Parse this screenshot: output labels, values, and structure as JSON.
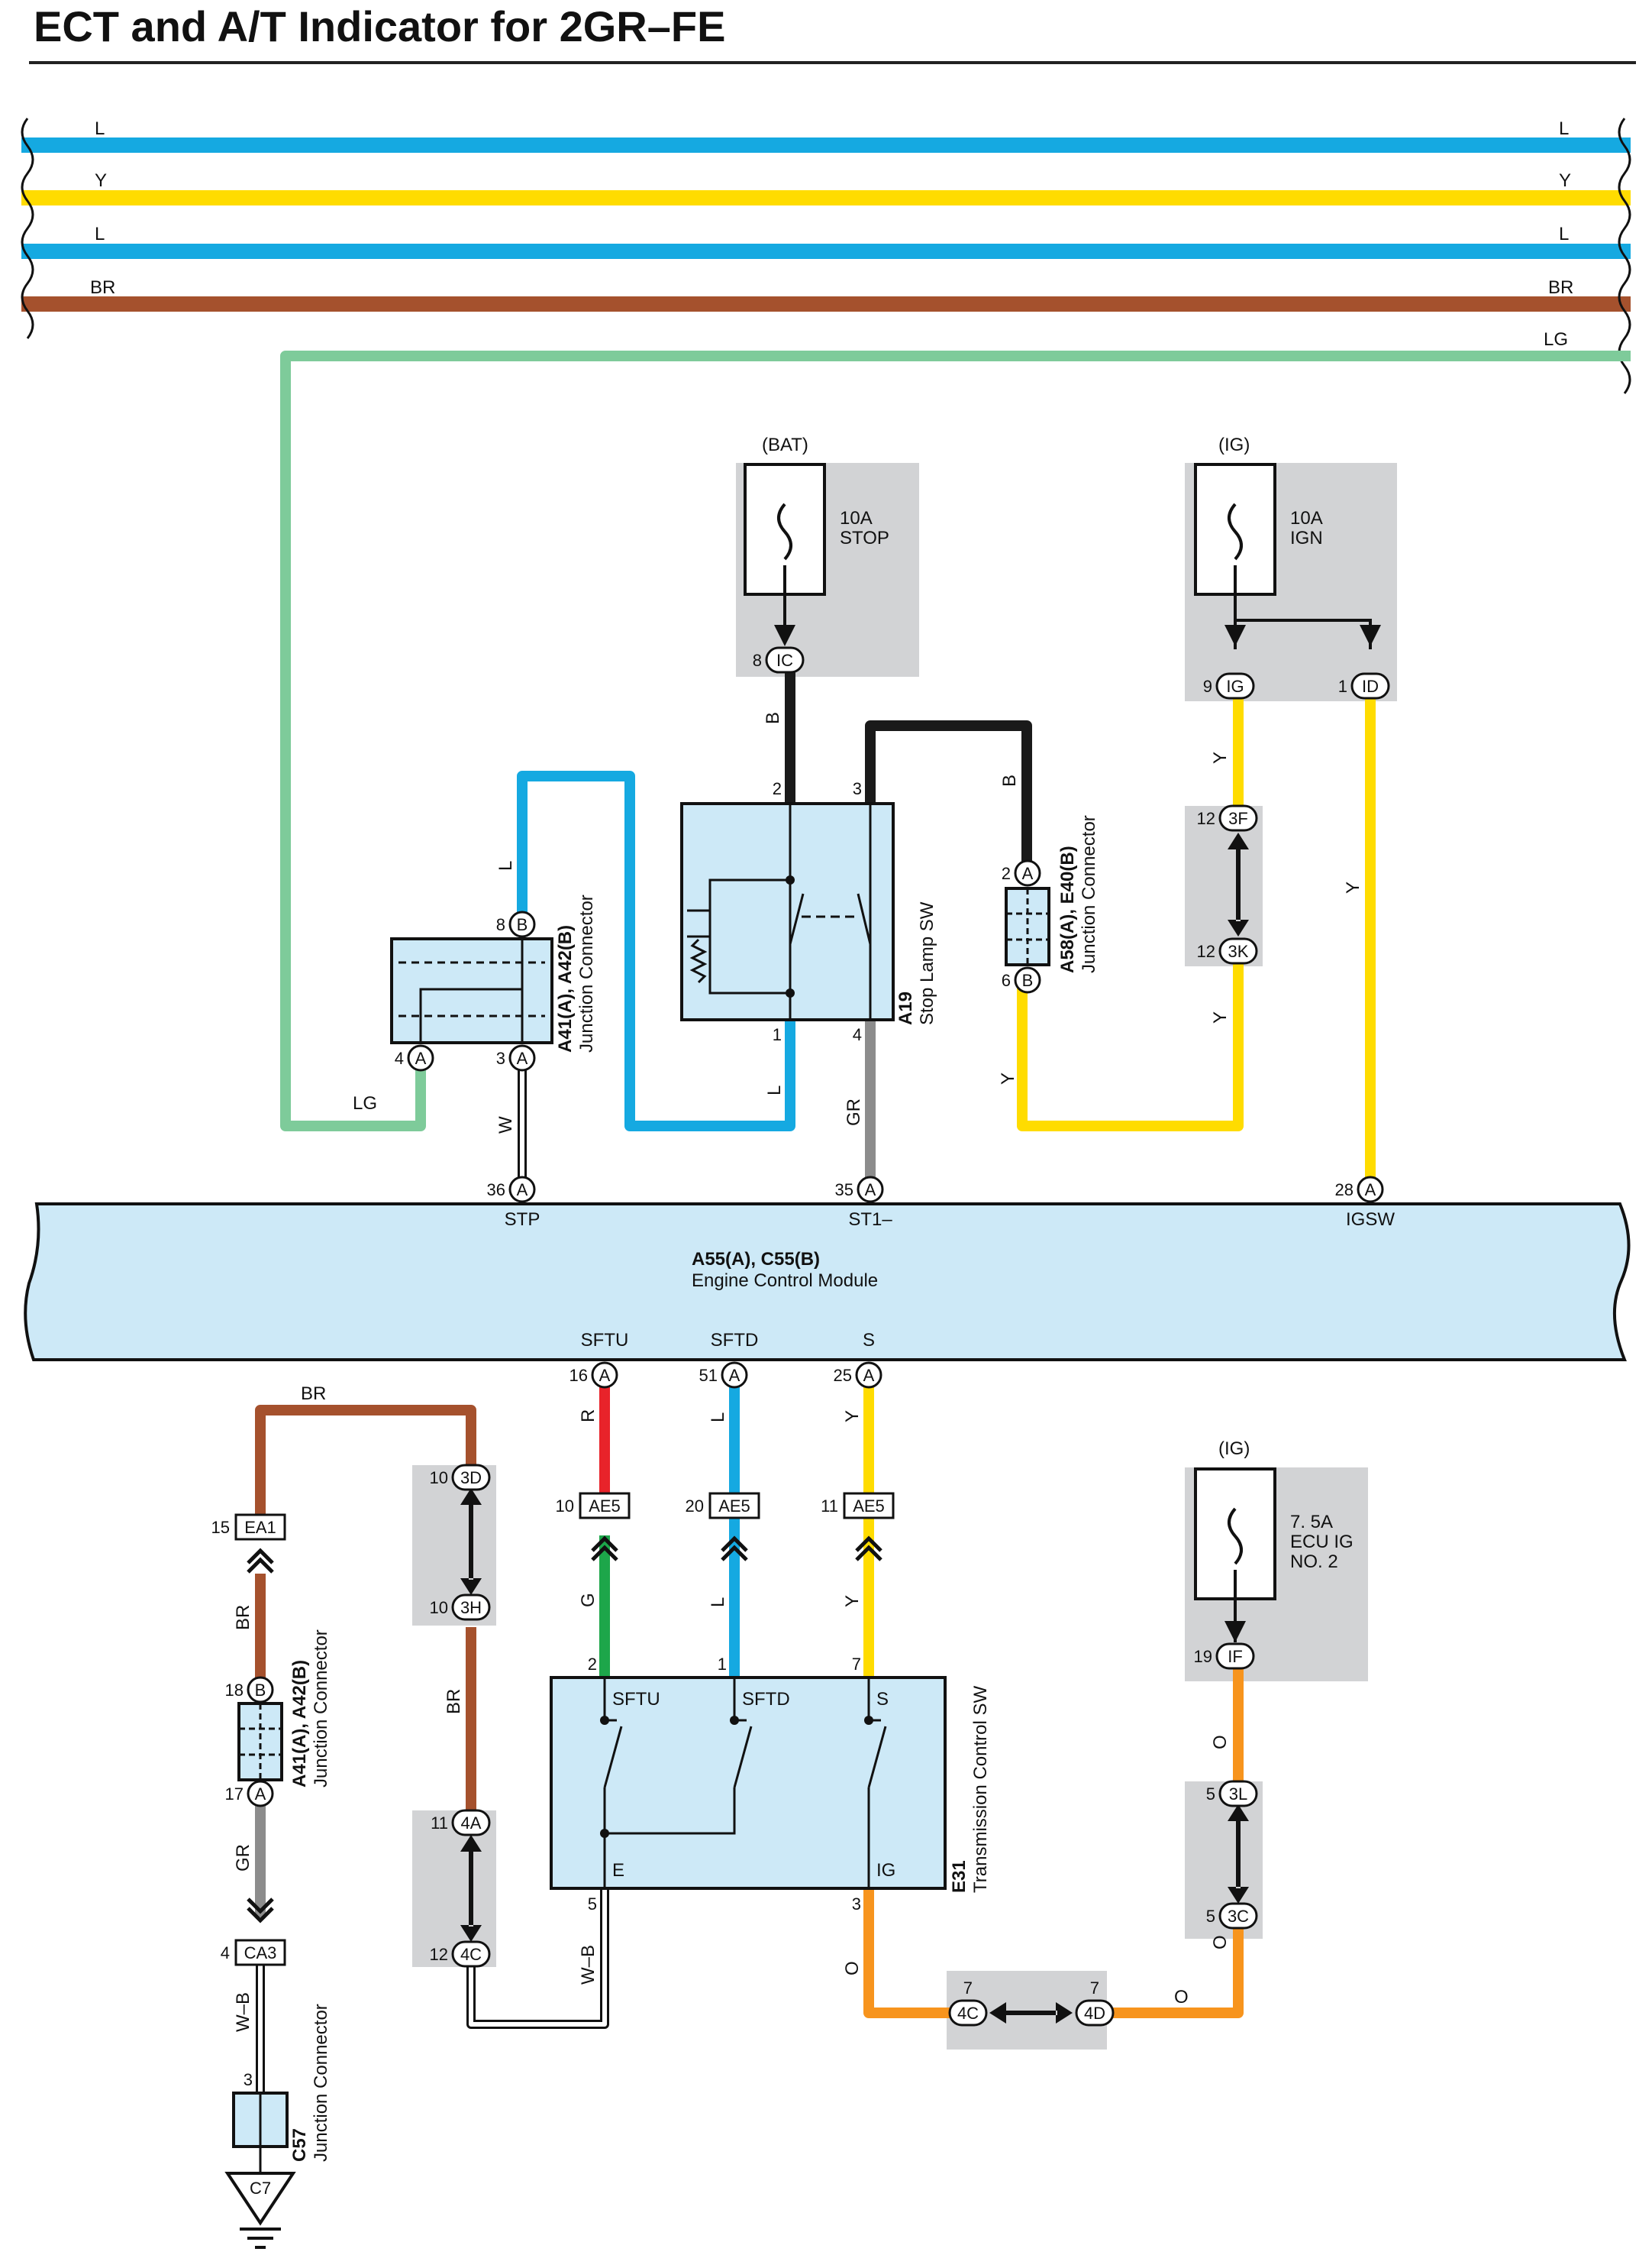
{
  "title": "ECT and A/T Indicator for 2GR–FE",
  "colors": {
    "L": "#15a9e1",
    "Y": "#ffdc00",
    "BR": "#a5512d",
    "LG": "#7ecb9a",
    "B": "#1a1a1a",
    "GR": "#8c8c8c",
    "W": "#ffffff",
    "R": "#e8232a",
    "G": "#1da64a",
    "O": "#f7941d",
    "module_fill": "#cde9f7",
    "shade": "#d2d3d5"
  },
  "bus": {
    "rows": [
      {
        "left": "L",
        "right": "L"
      },
      {
        "left": "Y",
        "right": "Y"
      },
      {
        "left": "L",
        "right": "L"
      },
      {
        "left": "BR",
        "right": "BR"
      },
      {
        "right": "LG"
      }
    ]
  },
  "fuses": {
    "stop": {
      "source": "(BAT)",
      "line1": "10A",
      "line2": "STOP"
    },
    "ign": {
      "source": "(IG)",
      "line1": "10A",
      "line2": "IGN"
    },
    "ecu": {
      "source": "(IG)",
      "line1": "7. 5A",
      "line2": "ECU IG",
      "line3": "NO. 2"
    }
  },
  "components": {
    "jc_top": {
      "code": "A41(A), A42(B)",
      "name": "Junction Connector"
    },
    "stop_sw": {
      "code": "A19",
      "name": "Stop Lamp SW"
    },
    "jc_right": {
      "code": "A58(A), E40(B)",
      "name": "Junction Connector"
    },
    "ecm": {
      "code": "A55(A), C55(B)",
      "name": "Engine Control Module"
    },
    "jc_bottom": {
      "code": "A41(A), A42(B)",
      "name": "Junction Connector"
    },
    "tcs": {
      "code": "E31",
      "name": "Transmission Control SW"
    },
    "c57": {
      "code": "C57",
      "name": "Junction Connector"
    }
  },
  "ecm_terminals": {
    "stp": "STP",
    "st1": "ST1–",
    "igsw": "IGSW",
    "sftu": "SFTU",
    "sftd": "SFTD",
    "s": "S"
  },
  "tcs_terminals": {
    "sftu": "SFTU",
    "sftd": "SFTD",
    "s": "S",
    "e": "E",
    "ig": "IG"
  },
  "connectors": {
    "ic": "IC",
    "ig": "IG",
    "id": "ID",
    "3f": "3F",
    "3k": "3K",
    "b": "B",
    "a": "A",
    "ae5": "AE5",
    "ea1": "EA1",
    "ca3": "CA3",
    "3d": "3D",
    "3h": "3H",
    "4a": "4A",
    "4c": "4C",
    "4d": "4D",
    "if": "IF",
    "3l": "3L",
    "3c": "3C",
    "c7": "C7"
  },
  "wire_labels": {
    "lg": "LG",
    "l": "L",
    "b": "B",
    "w": "W",
    "gr": "GR",
    "y": "Y",
    "br": "BR",
    "r": "R",
    "g": "G",
    "o": "O",
    "wb": "W–B"
  },
  "pins": {
    "p8": "8",
    "p9": "9",
    "p1": "1",
    "p2": "2",
    "p3": "3",
    "p4": "4",
    "p6": "6",
    "p12": "12",
    "p36": "36",
    "p35": "35",
    "p28": "28",
    "p16": "16",
    "p51": "51",
    "p25": "25",
    "p10": "10",
    "p20": "20",
    "p11": "11",
    "p7": "7",
    "p15": "15",
    "p18": "18",
    "p17": "17",
    "p19": "19",
    "p5": "5"
  }
}
